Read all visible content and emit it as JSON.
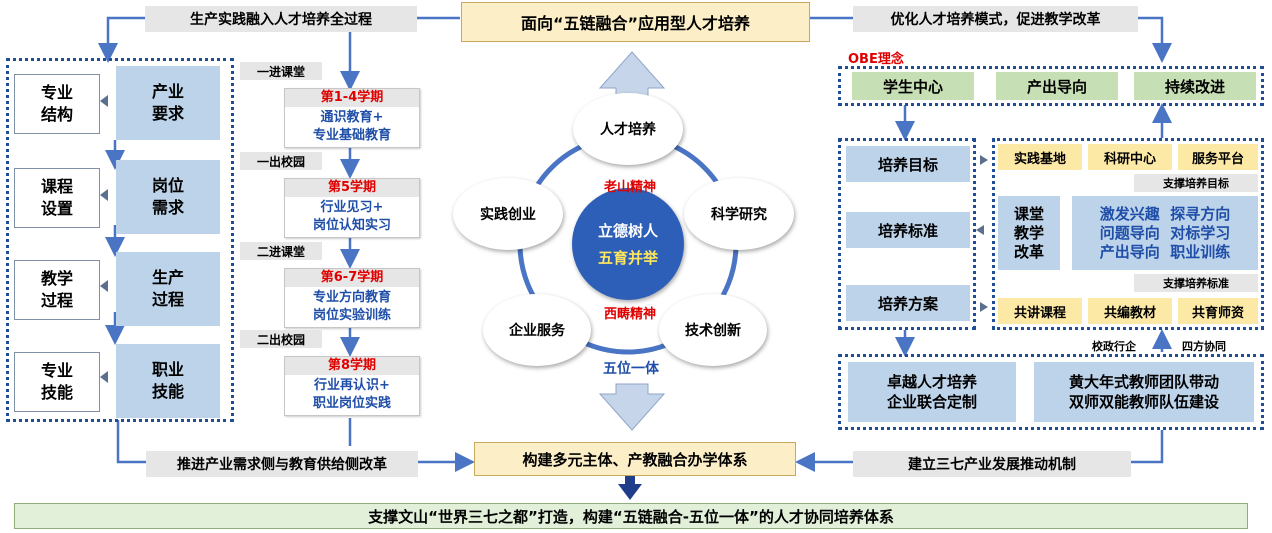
{
  "top": {
    "left_label": "生产实践融入人才培养全过程",
    "center_title": "面向“五链融合”应用型人才培养",
    "right_label": "优化人才培养模式，促进教学改革"
  },
  "left_panel": {
    "rows": [
      {
        "left": "专业\n结构",
        "right": "产业\n要求"
      },
      {
        "left": "课程\n设置",
        "right": "岗位\n需求"
      },
      {
        "left": "教学\n过程",
        "right": "生产\n过程"
      },
      {
        "left": "专业\n技能",
        "right": "职业\n技能"
      }
    ]
  },
  "timeline": [
    {
      "tag": "一进课堂",
      "semester": "第1-4学期",
      "content": "通识教育+\n专业基础教育"
    },
    {
      "tag": "一出校园",
      "semester": "第5学期",
      "content": "行业见习+\n岗位认知实习"
    },
    {
      "tag": "二进课堂",
      "semester": "第6-7学期",
      "content": "专业方向教育\n岗位实验训练"
    },
    {
      "tag": "二出校园",
      "semester": "第8学期",
      "content": "行业再认识+\n职业岗位实践"
    }
  ],
  "center": {
    "core1": "立德树人",
    "core2": "五育并举",
    "spirit_top": "老山精神",
    "spirit_bottom": "西畴精神",
    "nodes": [
      "人才培养",
      "科学研究",
      "技术创新",
      "企业服务",
      "实践创业"
    ],
    "bottom_label": "五位一体"
  },
  "right_panel": {
    "obe": "OBE理念",
    "obe_items": [
      "学生中心",
      "产出导向",
      "持续改进"
    ],
    "train": [
      "培养目标",
      "培养标准",
      "培养方案"
    ],
    "top_row": [
      "实践基地",
      "科研中心",
      "服务平台"
    ],
    "support_goal": "支撑培养目标",
    "reform": "课堂\n教学\n改革",
    "reform_items": "激发兴趣  探寻方向\n问题导向  对标学习\n产出导向  职业训练",
    "support_std": "支撑培养标准",
    "bottom_row": [
      "共讲课程",
      "共编教材",
      "共育师资"
    ],
    "coop_left": "校政行企",
    "coop_right": "四方协同",
    "bottom_left": "卓越人才培养\n企业联合定制",
    "bottom_right": "黄大年式教师团队带动\n双师双能教师队伍建设"
  },
  "bottom": {
    "left_label": "推进产业需求侧与教育供给侧改革",
    "center_label": "构建多元主体、产教融合办学体系",
    "right_label": "建立三七产业发展推动机制",
    "footer": "支撑文山“世界三七之都”打造，构建“五链融合-五位一体”的人才协同培养体系"
  },
  "colors": {
    "blue_line": "#4a74c4",
    "dotted": "#1f4e96",
    "red": "#e00000"
  }
}
